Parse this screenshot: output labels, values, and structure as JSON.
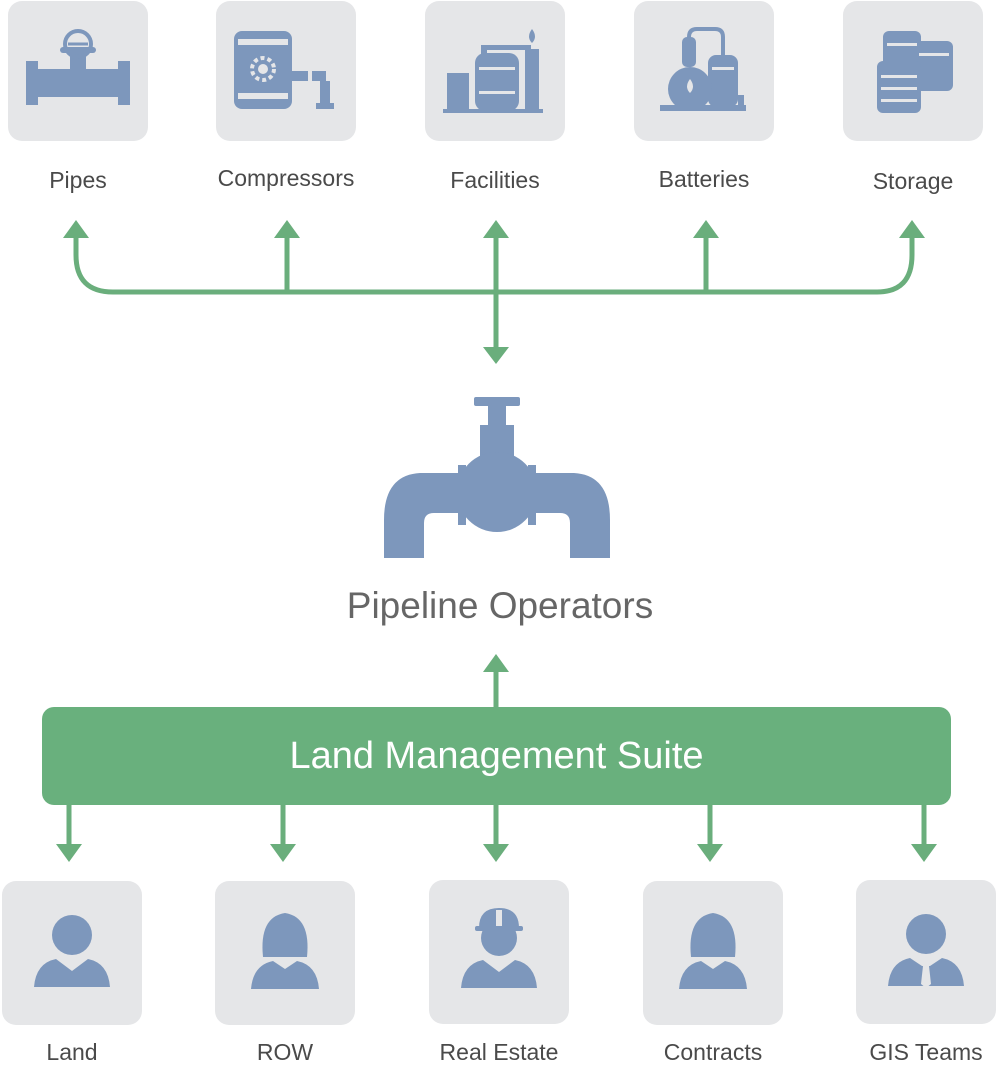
{
  "top_items": [
    {
      "label": "Pipes",
      "icon": "pipe-valve-icon"
    },
    {
      "label": "Compressors",
      "icon": "compressor-icon"
    },
    {
      "label": "Facilities",
      "icon": "facility-icon"
    },
    {
      "label": "Batteries",
      "icon": "battery-tanks-icon"
    },
    {
      "label": "Storage",
      "icon": "storage-tanks-icon"
    }
  ],
  "center": {
    "label": "Pipeline Operators",
    "icon": "pipeline-valve-icon"
  },
  "suite": {
    "label": "Land Management Suite"
  },
  "bottom_items": [
    {
      "label": "Land",
      "icon": "person-icon"
    },
    {
      "label": "ROW",
      "icon": "person-female-icon"
    },
    {
      "label": "Real Estate",
      "icon": "person-hardhat-icon"
    },
    {
      "label": "Contracts",
      "icon": "person-female-icon"
    },
    {
      "label": "GIS Teams",
      "icon": "person-tie-icon"
    }
  ],
  "colors": {
    "connector": "#6aae7c",
    "icon": "#7d97bc",
    "tile": "#e5e6e8",
    "suite_bar": "#69b07d"
  }
}
